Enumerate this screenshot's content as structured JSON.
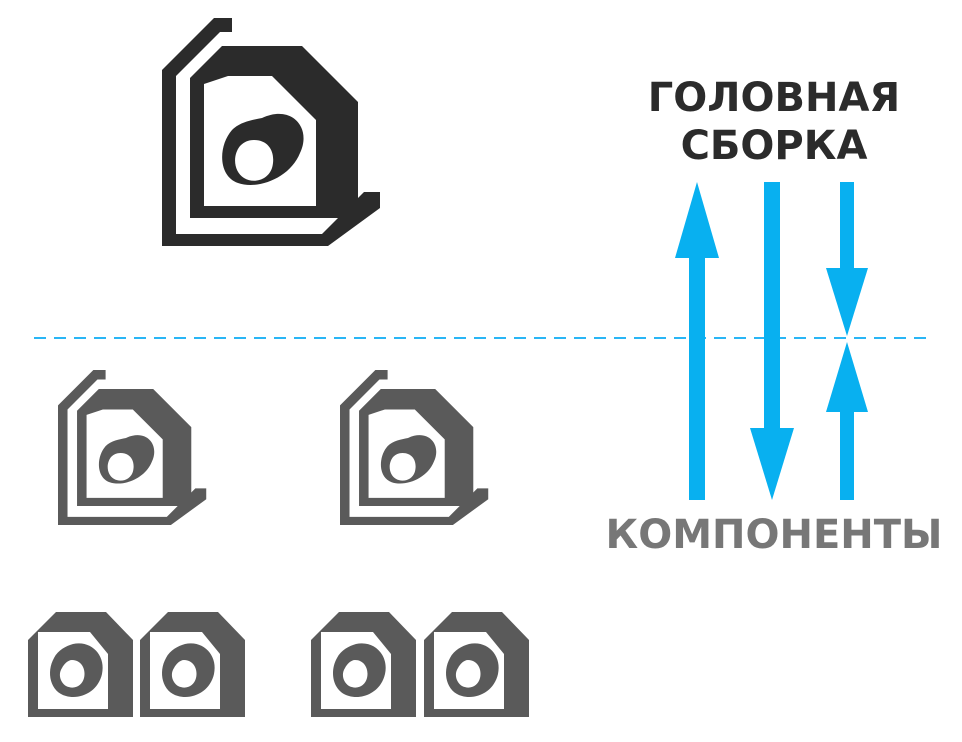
{
  "labels": {
    "head_assembly_line1": "ГОЛОВНАЯ",
    "head_assembly_line2": "СБОРКА",
    "components": "КОМПОНЕНТЫ"
  },
  "colors": {
    "assembly_dark": "#2b2b2b",
    "component_gray": "#5a5a5a",
    "arrow_blue": "#08b0f0",
    "dashed_line": "#29b6f6",
    "label_dark": "#2b2b2b",
    "label_gray": "#777777"
  },
  "icons": {
    "assembly": "head-assembly-icon",
    "subassembly": "subassembly-icon",
    "component": "component-block-icon"
  },
  "arrows": [
    {
      "direction": "up"
    },
    {
      "direction": "down"
    },
    {
      "direction": "converging"
    }
  ]
}
